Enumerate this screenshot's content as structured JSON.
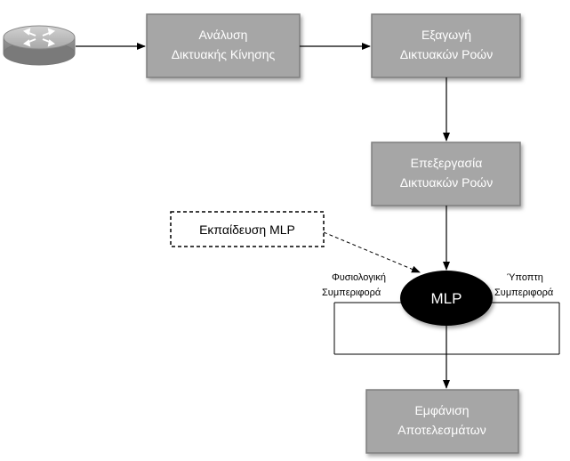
{
  "nodes": {
    "traffic_analysis": {
      "line1": "Ανάλυση",
      "line2": "Δικτυακής Κίνησης"
    },
    "flow_export": {
      "line1": "Εξαγωγή",
      "line2": "Δικτυακών Ροών"
    },
    "flow_processing": {
      "line1": "Επεξεργασία",
      "line2": "Δικτυακών Ροών"
    },
    "mlp_training": {
      "label": "Εκπαίδευση MLP"
    },
    "mlp": {
      "label": "MLP"
    },
    "normal_behavior": {
      "line1": "Φυσιολογική",
      "line2": "Συμπεριφορά"
    },
    "suspicious_behavior": {
      "line1": "Ύποπτη",
      "line2": "Συμπεριφορά"
    },
    "results_display": {
      "line1": "Εμφάνιση",
      "line2": "Αποτελεσμάτων"
    }
  },
  "icons": {
    "router": "router-icon"
  },
  "colors": {
    "box_fill": "#a6a6a6",
    "box_border": "#7f7f7f",
    "box_text": "#ffffff",
    "mlp_fill": "#000000",
    "router_fill": "#b0b0b0",
    "arrow": "#000000"
  }
}
